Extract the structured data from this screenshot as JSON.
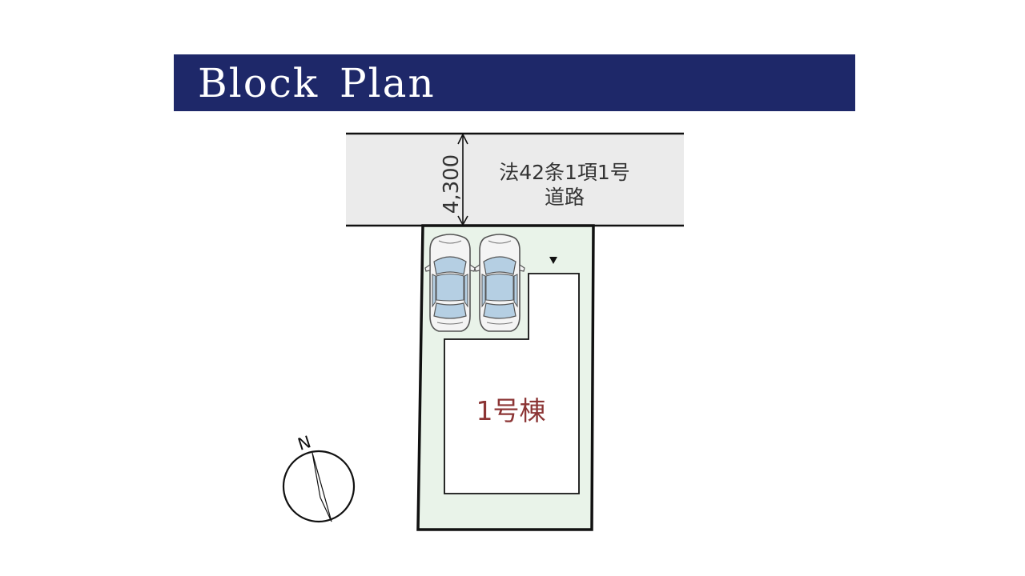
{
  "header": {
    "title": "Block Plan"
  },
  "road": {
    "label_line1": "法42条1項1号",
    "label_line2": "道路",
    "width_label": "4,300"
  },
  "lot": {
    "building_label": "1号棟"
  },
  "compass": {
    "north_label": "N"
  },
  "colors": {
    "title_bar": "#1e2869",
    "road_fill": "#ebebeb",
    "lot_fill": "#e9f3e9",
    "building_label": "#8c3535",
    "car_window": "#b5cfe3"
  },
  "icons": [
    "car-icon",
    "car-icon",
    "entrance-marker-icon",
    "compass-icon"
  ]
}
